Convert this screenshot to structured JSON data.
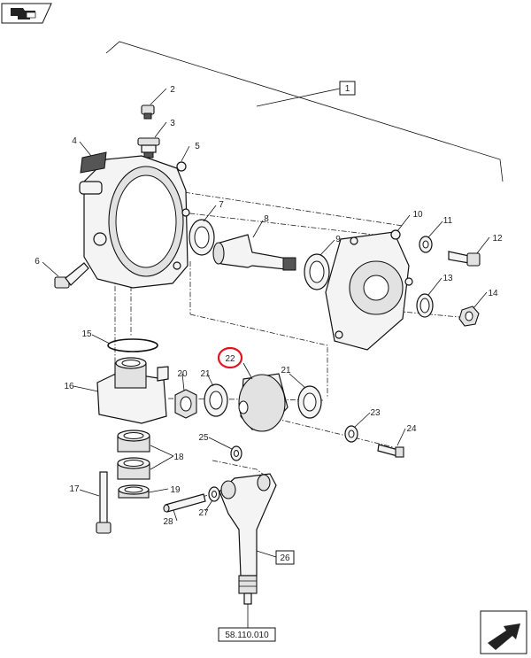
{
  "callouts": {
    "c1": "1",
    "c2": "2",
    "c3": "3",
    "c4": "4",
    "c5": "5",
    "c6": "6",
    "c7": "7",
    "c8": "8",
    "c9": "9",
    "c10": "10",
    "c11": "11",
    "c12": "12",
    "c13": "13",
    "c14": "14",
    "c15": "15",
    "c16": "16",
    "c17": "17",
    "c18": "18",
    "c19": "19",
    "c20": "20",
    "c21a": "21",
    "c21b": "21",
    "c22": "22",
    "c23": "23",
    "c24": "24",
    "c25": "25",
    "c26": "26",
    "c27": "27",
    "c28": "28"
  },
  "reference_code": "58.110.010",
  "colors": {
    "highlight": "#e0141e",
    "line": "#111111"
  },
  "icons": {
    "top_left": "book-arrow-icon",
    "bottom_right": "next-page-arrow-icon"
  }
}
